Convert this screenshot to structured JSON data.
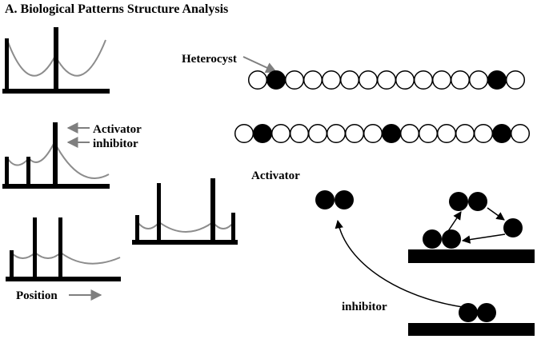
{
  "title": "A.  Biological Patterns Structure Analysis",
  "labels": {
    "heterocyst": "Heterocyst",
    "activator_arrow": "Activator",
    "inhibitor_arrow": "inhibitor",
    "position": "Position",
    "activator_section": "Activator",
    "inhibitor_section": "inhibitor"
  },
  "filaments": [
    {
      "cells": 15,
      "heterocyst_cells": [
        2,
        14
      ]
    },
    {
      "cells": 16,
      "heterocyst_cells": [
        2,
        9,
        15
      ]
    }
  ],
  "colors": {
    "ink": "#000000",
    "curve": "#8c8c8c",
    "arrow_gray": "#7f7f7f",
    "vegetative_cell_fill": "#ffffff",
    "heterocyst_fill": "#000000"
  }
}
